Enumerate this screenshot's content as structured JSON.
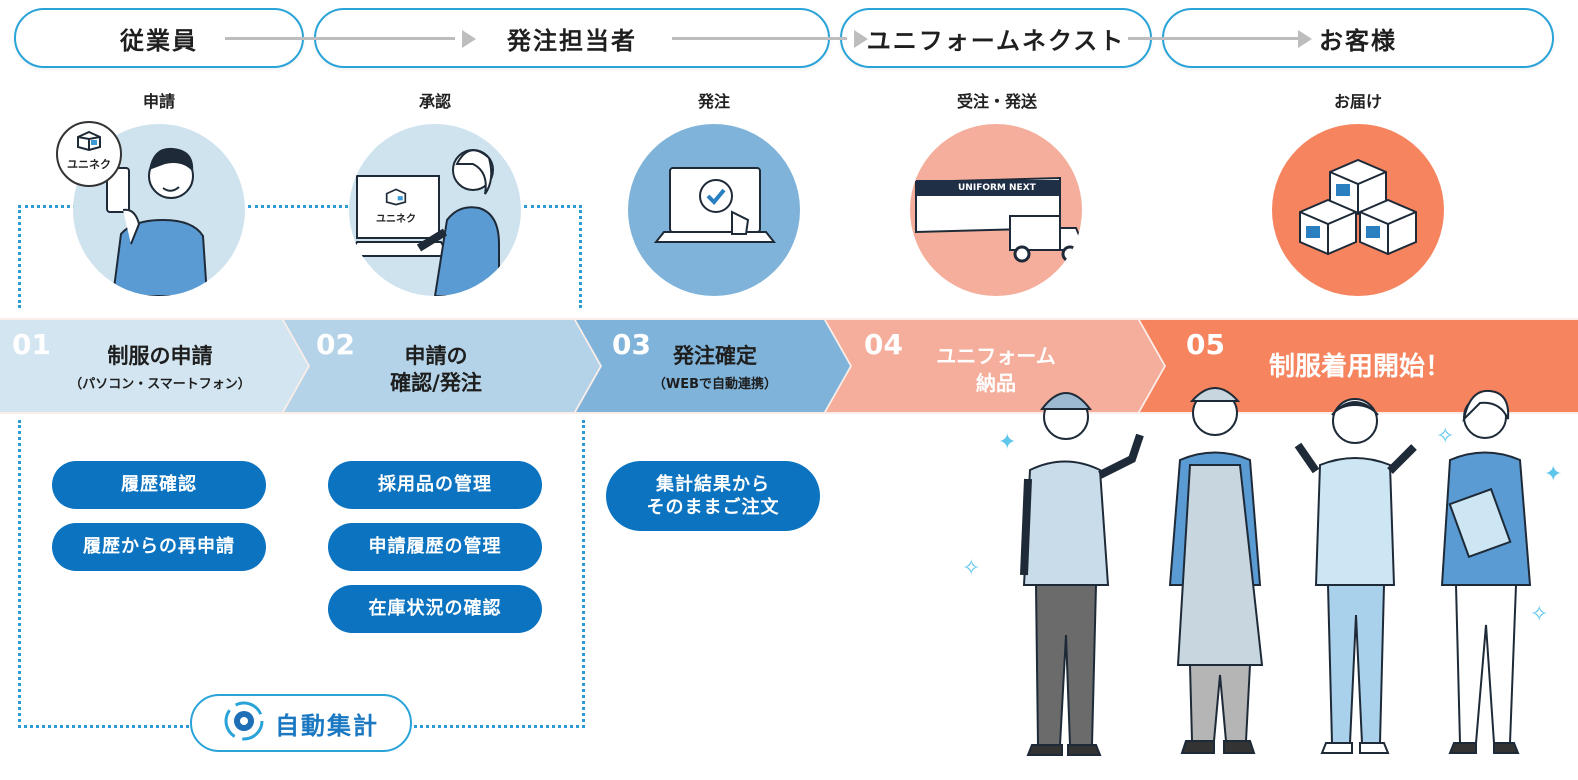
{
  "actors": [
    "従業員",
    "発注担当者",
    "ユニフォームネクスト",
    "お客様"
  ],
  "step_labels": [
    "申請",
    "承認",
    "発注",
    "受注・発送",
    "お届け"
  ],
  "steps": [
    {
      "num": "01",
      "title": "制服の申請",
      "sub": "（パソコン・スマートフォン）"
    },
    {
      "num": "02",
      "title_line1": "申請の",
      "title_line2": "確認/発注"
    },
    {
      "num": "03",
      "title": "発注確定",
      "sub": "（WEBで自動連携）"
    },
    {
      "num": "04",
      "title_line1": "ユニフォーム",
      "title_line2": "納品"
    },
    {
      "num": "05",
      "title": "制服着用開始！"
    }
  ],
  "features": {
    "col1": [
      "履歴確認",
      "履歴からの再申請"
    ],
    "col2": [
      "採用品の管理",
      "申請履歴の管理",
      "在庫状況の確認"
    ],
    "col3_line1": "集計結果から",
    "col3_line2": "そのままご注文"
  },
  "auto_total_label": "自動集計",
  "app_logo_text": "ユニネク",
  "truck_sign": "UNIFORM NEXT",
  "colors": {
    "actor_border": "#29a3d8",
    "step1": "#d2e5f1",
    "step2": "#b5d3e8",
    "step3": "#7fb3da",
    "step4": "#f4ae9b",
    "step5": "#f5845f",
    "pill": "#0b73bf"
  }
}
